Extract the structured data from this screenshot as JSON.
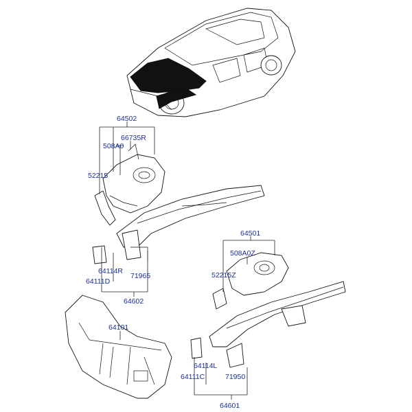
{
  "callouts": {
    "c64502": "64502",
    "c66735R": "66735R",
    "c508A0": "508A0",
    "c52215": "52215",
    "c64114R": "64114R",
    "c64111D": "64111D",
    "c71965": "71965",
    "c64602": "64602",
    "c64501": "64501",
    "c508A0Z": "508A0Z",
    "c52215Z": "52215Z",
    "c64101": "64101",
    "c64114L": "64114L",
    "c64111C": "64111C",
    "c71950": "71950",
    "c64601": "64601"
  },
  "colors": {
    "callout_text": "#1a2fa0",
    "lines": "#222222"
  }
}
